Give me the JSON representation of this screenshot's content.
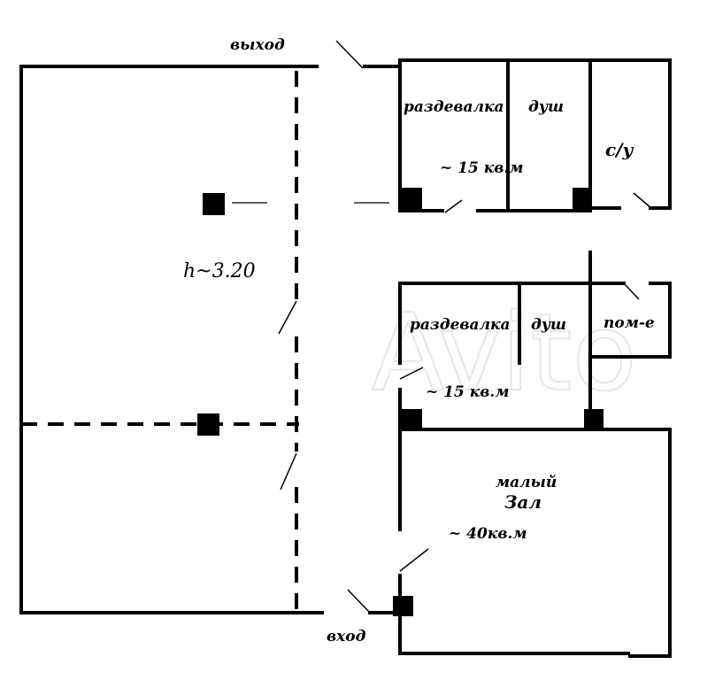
{
  "labels": {
    "exit": "выход",
    "entrance": "вход",
    "locker_room_top": "раздевалка",
    "shower_top": "душ",
    "area_top": "~ 15  кв.м",
    "wc": "с/у",
    "locker_room_bottom": "раздевалка",
    "shower_bottom": "душ",
    "room": "пом-е",
    "area_bottom": "~ 15  кв.м",
    "small_hall_line1": "малый",
    "small_hall_line2": "Зал",
    "area_hall": "~ 40кв.м",
    "ceiling_height": "h~3.20"
  },
  "watermark": "Avito"
}
